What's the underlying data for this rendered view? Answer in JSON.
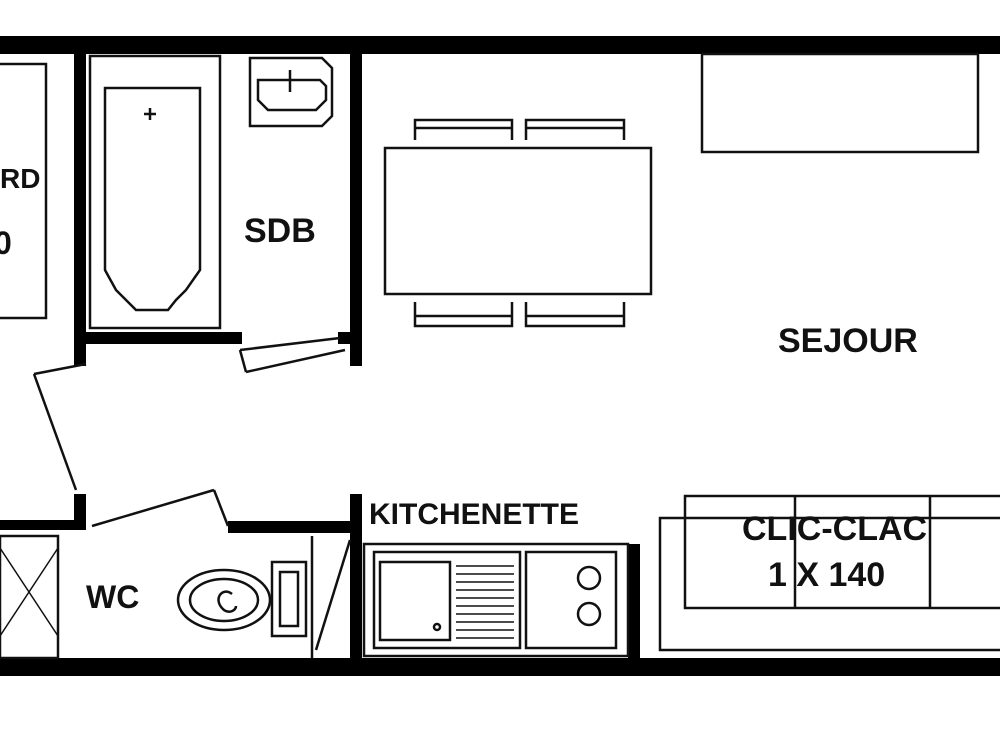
{
  "floorplan": {
    "rooms": {
      "bedroom_label_partial": "RD",
      "bedroom_size_partial": "0",
      "bathroom": "SDB",
      "living": "SEJOUR",
      "kitchen": "KITCHENETTE",
      "toilet": "WC"
    },
    "sofa_bed": {
      "line1": "CLIC-CLAC",
      "line2": "1 X 140"
    }
  },
  "colors": {
    "wall": "#000000",
    "line": "#111111",
    "background": "#ffffff"
  }
}
